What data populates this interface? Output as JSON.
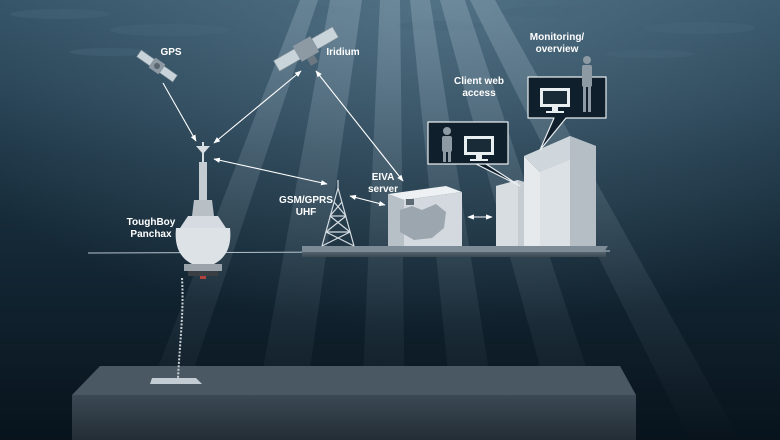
{
  "labels": {
    "gps": "GPS",
    "iridium": "Iridium",
    "gsm": "GSM/GPRS\nUHF",
    "eiva": "EIVA\nserver",
    "buoy": "ToughBoy\nPanchax",
    "client": "Client web\naccess",
    "monitoring": "Monitoring/\noverview"
  },
  "colors": {
    "sea_surface": "#2c4a5e",
    "deep_water": "#0a1722",
    "label_text": "#ffffff",
    "structure": "#d4d9de",
    "callout": "#0f1f2c"
  },
  "icons": [
    "gps-satellite-icon",
    "iridium-satellite-icon",
    "radio-tower-icon",
    "server-building-icon",
    "office-building-icon",
    "monitor-icon",
    "person-icon",
    "buoy-icon",
    "seabed-anchor-icon"
  ]
}
